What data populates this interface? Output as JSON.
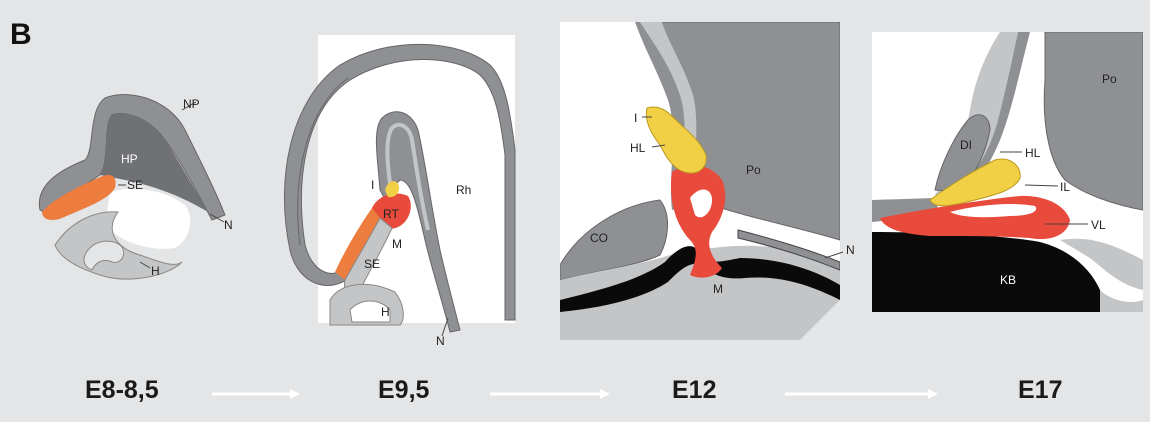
{
  "panel_letter": "B",
  "stages": [
    {
      "label": "E8-8,5"
    },
    {
      "label": "E9,5"
    },
    {
      "label": "E12"
    },
    {
      "label": "E17"
    }
  ],
  "labels": {
    "s1": {
      "np": "NP",
      "hp": "HP",
      "se": "SE",
      "n": "N",
      "h": "H"
    },
    "s2": {
      "i": "I",
      "rt": "RT",
      "rh": "Rh",
      "m": "M",
      "se": "SE",
      "h": "H",
      "n": "N"
    },
    "s3": {
      "i": "I",
      "hl": "HL",
      "po": "Po",
      "co": "CO",
      "n": "N",
      "m": "M"
    },
    "s4": {
      "po": "Po",
      "di": "DI",
      "hl": "HL",
      "il": "IL",
      "vl": "VL",
      "kb": "KB"
    }
  },
  "colors": {
    "background": "#e4e5e6",
    "dark_gray": "#6f7174",
    "medium_gray": "#8e9093",
    "light_gray": "#c3c5c7",
    "white": "#ffffff",
    "orange": "#ec7d3e",
    "red": "#e84b3c",
    "yellow": "#f2d045",
    "black": "#0a0a0a",
    "arrow": "#ffffff"
  }
}
